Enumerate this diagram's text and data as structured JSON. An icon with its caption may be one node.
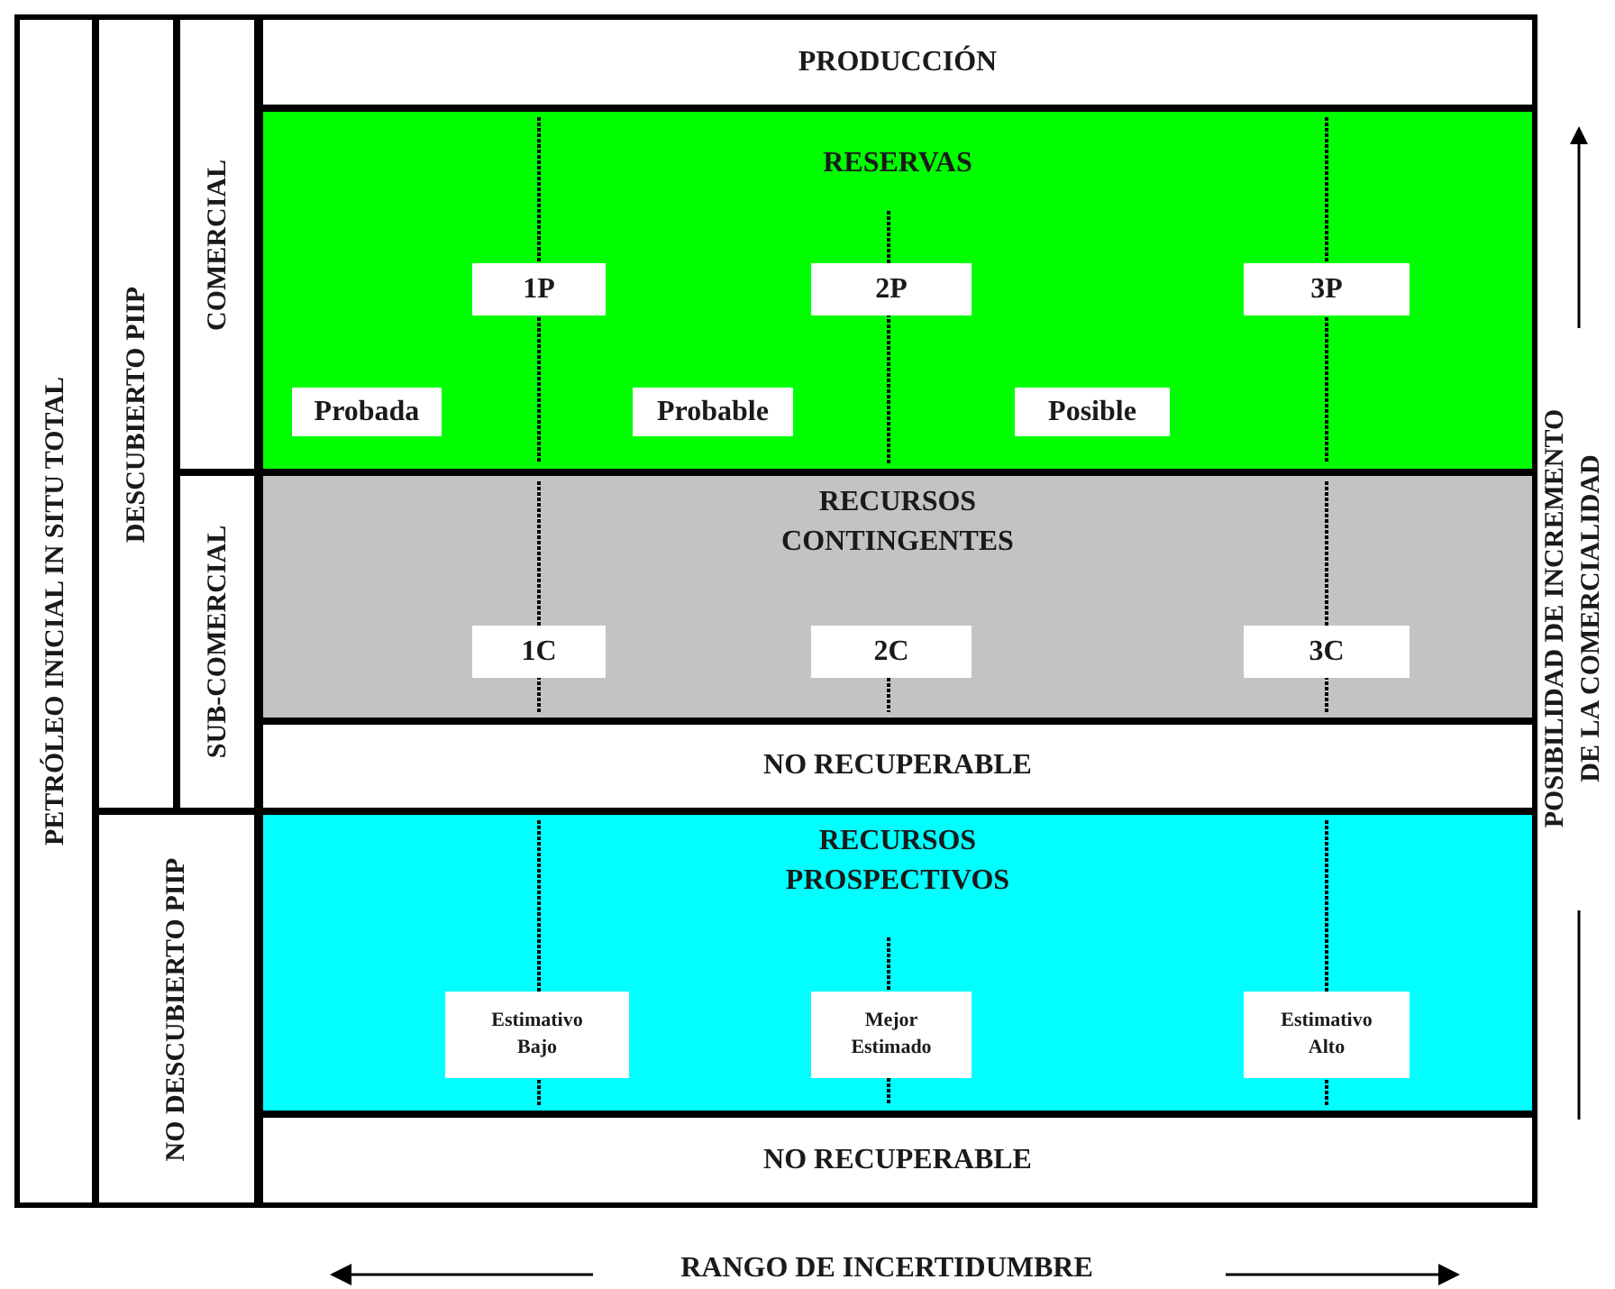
{
  "diagram": {
    "nodes": [
      {
        "text": [
          "PETRÓLEO INICIAL IN SITU TOTAL"
        ]
      },
      {
        "text": [
          "DESCUBIERTO PIIP"
        ]
      },
      {
        "text": [
          "COMERCIAL"
        ]
      },
      {
        "text": [
          "SUB-COMERCIAL"
        ]
      },
      {
        "text": [
          "NO DESCUBIERTO PIIP"
        ]
      },
      {
        "text": [
          "PRODUCCIÓN"
        ]
      },
      {
        "text": [
          "RESERVAS"
        ]
      },
      {
        "text": [
          "1P"
        ],
        "in": 6
      },
      {
        "text": [
          "2P"
        ],
        "in": 6
      },
      {
        "text": [
          "3P"
        ],
        "in": 6
      },
      {
        "text": [
          "Probada"
        ],
        "in": 6
      },
      {
        "text": [
          "Probable"
        ],
        "in": 6
      },
      {
        "text": [
          "Posible"
        ],
        "in": 6
      },
      {
        "text": [
          "RECURSOS CONTINGENTES"
        ]
      },
      {
        "text": [
          "1C"
        ],
        "in": 13
      },
      {
        "text": [
          "2C"
        ],
        "in": 13
      },
      {
        "text": [
          "3C"
        ],
        "in": 13
      },
      {
        "text": [
          "NO RECUPERABLE"
        ]
      },
      {
        "text": [
          "RECURSOS PROSPECTIVOS"
        ]
      },
      {
        "text": [
          "Estimativo Bajo"
        ],
        "in": 18
      },
      {
        "text": [
          "Mejor Estimado"
        ],
        "in": 18
      },
      {
        "text": [
          "Estimativo Alto"
        ],
        "in": 18
      },
      {
        "text": [
          "NO RECUPERABLE"
        ]
      }
    ],
    "labels": [
      "POSIBILIDAD DE INCREMENTO DE LA COMERCIALIDAD",
      "RANGO DE INCERTIDUMBRE"
    ]
  }
}
